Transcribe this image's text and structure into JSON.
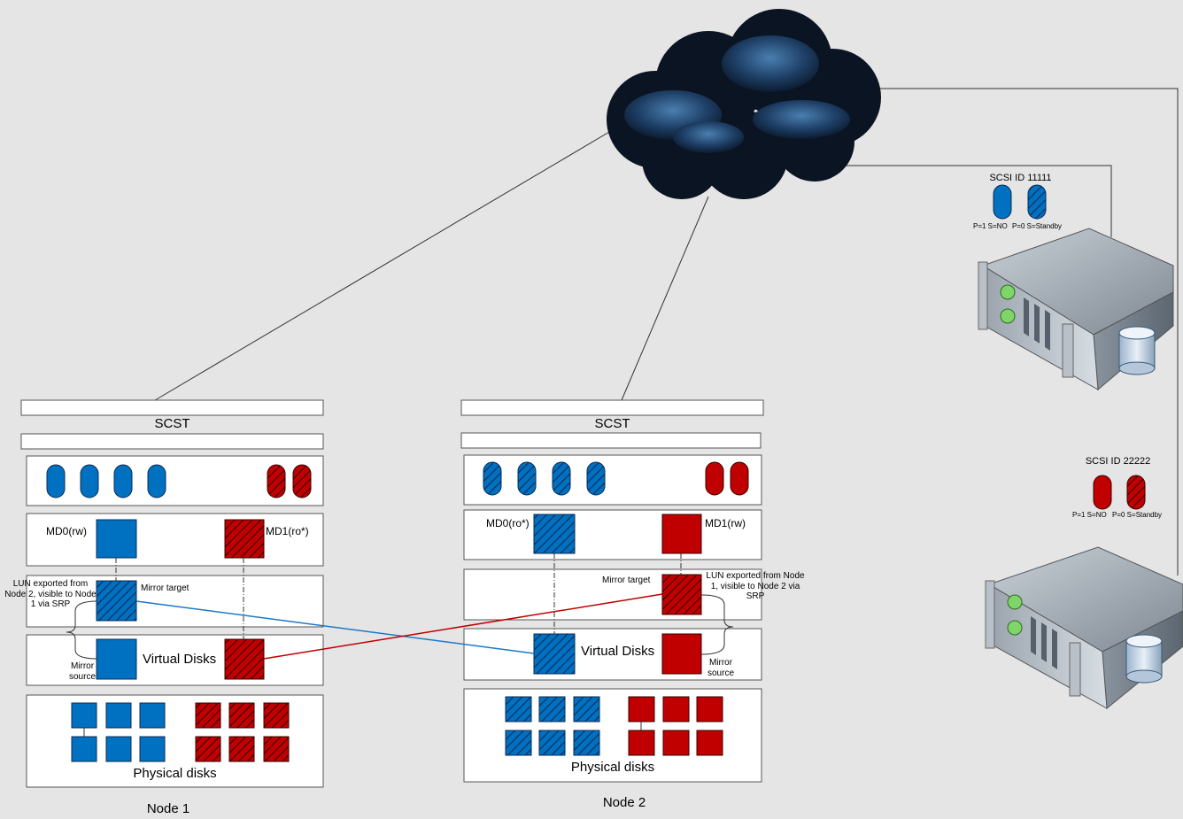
{
  "node1": {
    "scst": "SCST",
    "md0": "MD0(rw)",
    "md1": "MD1(ro*)",
    "lun_note": "LUN exported from Node 2, visible to Node 1 via SRP",
    "mirror_target": "Mirror target",
    "mirror_source": "Mirror source",
    "virtual_disks": "Virtual Disks",
    "physical_disks": "Physical disks",
    "name": "Node 1"
  },
  "node2": {
    "scst": "SCST",
    "md0": "MD0(ro*)",
    "md1": "MD1(rw)",
    "lun_note": "LUN exported from Node 1, visible to Node 2 via SRP",
    "mirror_target": "Mirror target",
    "mirror_source": "Mirror source",
    "virtual_disks": "Virtual Disks",
    "physical_disks": "Physical disks",
    "name": "Node 2"
  },
  "server1": {
    "scsi_id": "SCSI ID 11111",
    "path_a": "P=1 S=NO",
    "path_b": "P=0 S=Standby"
  },
  "server2": {
    "scsi_id": "SCSI ID 22222",
    "path_a": "P=1 S=NO",
    "path_b": "P=0 S=Standby"
  },
  "colors": {
    "blue": "#0070c0",
    "red": "#c00000",
    "background": "#e5e5e5",
    "line_blue": "#1e78c8",
    "line_red": "#c00000"
  },
  "icons": [
    "cloud-icon",
    "server-icon",
    "disk-cylinder-icon"
  ]
}
